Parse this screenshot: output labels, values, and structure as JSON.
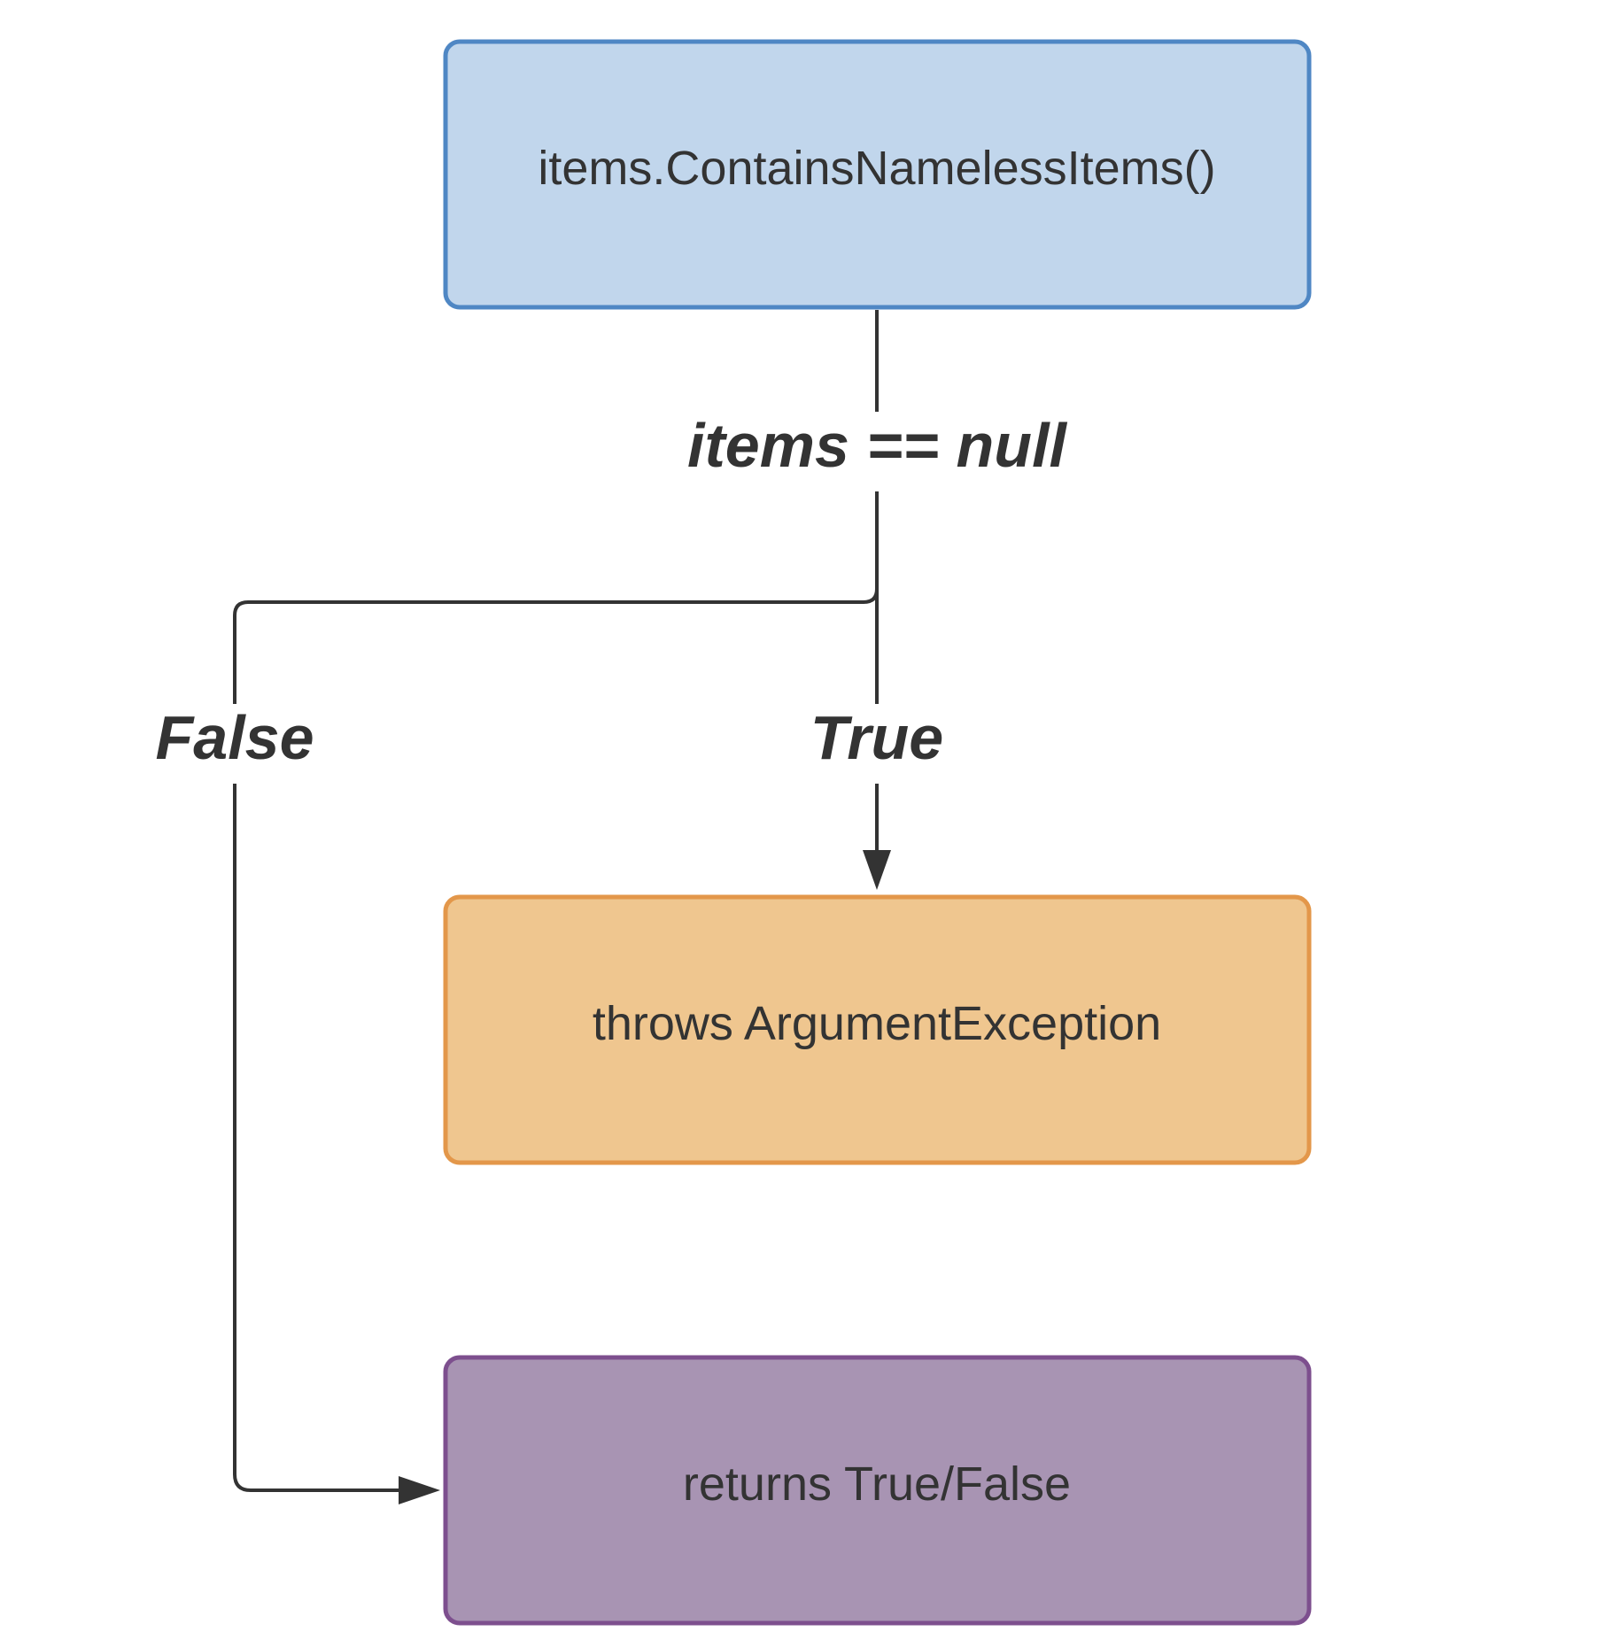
{
  "nodes": {
    "method_call": {
      "label": "items.ContainsNamelessItems()",
      "fill": "#c1d6ec",
      "stroke": "#4f87c4"
    },
    "throws": {
      "label": "throws ArgumentException",
      "fill": "#efc68f",
      "stroke": "#e3974a"
    },
    "returns": {
      "label": "returns True/False",
      "fill": "#a894b3",
      "stroke": "#7d4f8e"
    }
  },
  "edges": {
    "condition": {
      "label": "items == null"
    },
    "true_branch": {
      "label": "True"
    },
    "false_branch": {
      "label": "False"
    }
  },
  "colors": {
    "connector": "#333333",
    "text": "#333333",
    "background": "#ffffff"
  }
}
